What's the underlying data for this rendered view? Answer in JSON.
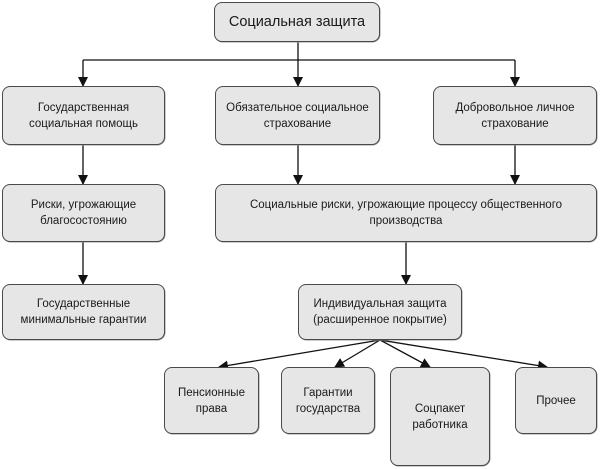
{
  "title": "Социальная защита",
  "nodes": {
    "root": "Социальная защита",
    "state_assistance": "Государственная\nсоциальная помощь",
    "mandatory_insurance": "Обязательное социальное\nстрахование",
    "voluntary_insurance": "Добровольное личное\nстрахование",
    "welfare_risks": "Риски, угрожающие\nблагосостоянию",
    "social_risks": "Социальные риски,  угрожающие процессу общественного\nпроизводства",
    "minimal_guarantees": "Государственные\nминимальные гарантии",
    "individual_protection": "Индивидуальная защита\n(расширенное покрытие)",
    "pension_rights": "Пенсионные\nправа",
    "state_guarantees": "Гарантии\nгосударства",
    "employee_package": "Соцпакет\nработника",
    "other": "Прочее"
  },
  "edges": [
    [
      "root",
      "state_assistance"
    ],
    [
      "root",
      "mandatory_insurance"
    ],
    [
      "root",
      "voluntary_insurance"
    ],
    [
      "state_assistance",
      "welfare_risks"
    ],
    [
      "welfare_risks",
      "minimal_guarantees"
    ],
    [
      "mandatory_insurance",
      "social_risks"
    ],
    [
      "voluntary_insurance",
      "social_risks"
    ],
    [
      "social_risks",
      "individual_protection"
    ],
    [
      "individual_protection",
      "pension_rights"
    ],
    [
      "individual_protection",
      "state_guarantees"
    ],
    [
      "individual_protection",
      "employee_package"
    ],
    [
      "individual_protection",
      "other"
    ]
  ],
  "colors": {
    "box_fill": "#e6e6e7",
    "stroke": "#1a1a1a"
  }
}
